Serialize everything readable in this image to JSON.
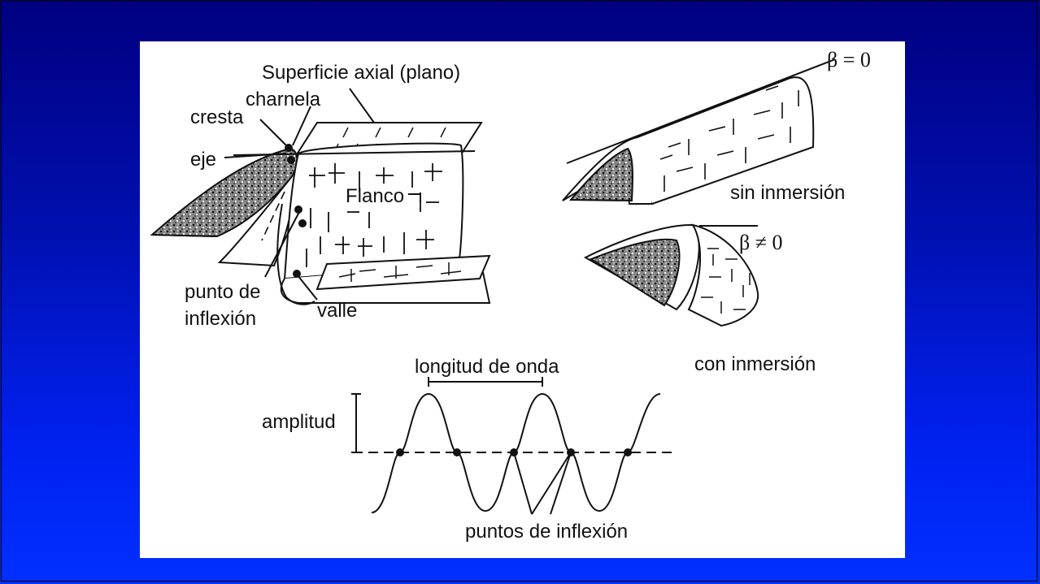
{
  "labels": {
    "superficie_axial": "Superficie axial (plano)",
    "charnela": "charnela",
    "cresta": "cresta",
    "eje": "eje",
    "flanco": "Flanco",
    "punto_de": "punto de",
    "inflexion": "inflexión",
    "valle": "valle",
    "beta_zero": "β = 0",
    "sin_inmersion": "sin inmersión",
    "beta_nonzero": "β ≠ 0",
    "con_inmersion": "con inmersión",
    "longitud_de_onda": "longitud de onda",
    "amplitud": "amplitud",
    "puntos_de_inflexion": "puntos de inflexión"
  },
  "colors": {
    "background_top": "#000080",
    "background_bottom": "#0030ff",
    "panel": "#ffffff",
    "ink": "#111111",
    "texture": "#555555"
  },
  "icons": {
    "fold_block": "anticline-fold-block-icon",
    "fold_horizontal": "horizontal-fold-icon",
    "fold_plunging": "plunging-fold-icon",
    "wave": "sine-wave-icon"
  }
}
